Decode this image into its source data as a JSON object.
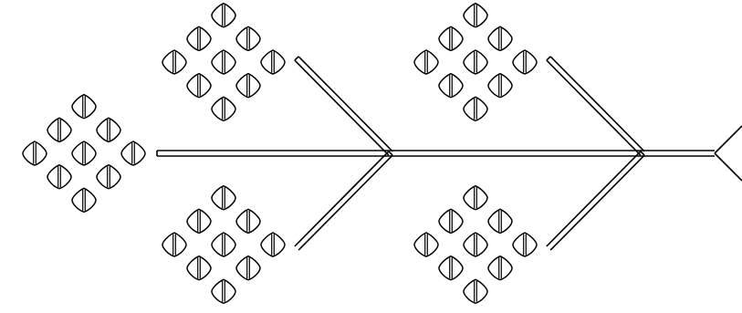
{
  "diagram": {
    "kind": "branching-tree",
    "stroke_color": "#000000",
    "background_color": "#ffffff",
    "leaf_shape": "diamond-leaf-with-midrib",
    "clusters": [
      {
        "id": "root-cluster",
        "leaf_count": 9
      },
      {
        "id": "branch-1-upper",
        "leaf_count": 9
      },
      {
        "id": "branch-1-lower",
        "leaf_count": 9
      },
      {
        "id": "branch-2-upper",
        "leaf_count": 9
      },
      {
        "id": "branch-2-lower",
        "leaf_count": 9
      }
    ],
    "stems": [
      {
        "id": "main-trunk",
        "style": "double-line"
      },
      {
        "id": "branch-1-upper-stem",
        "style": "double-line"
      },
      {
        "id": "branch-1-lower-stem",
        "style": "double-line"
      },
      {
        "id": "branch-2-upper-stem",
        "style": "double-line"
      },
      {
        "id": "branch-2-lower-stem",
        "style": "double-line"
      },
      {
        "id": "branch-3-upper-stub",
        "style": "single-line"
      },
      {
        "id": "branch-3-lower-stub",
        "style": "single-line"
      }
    ]
  }
}
